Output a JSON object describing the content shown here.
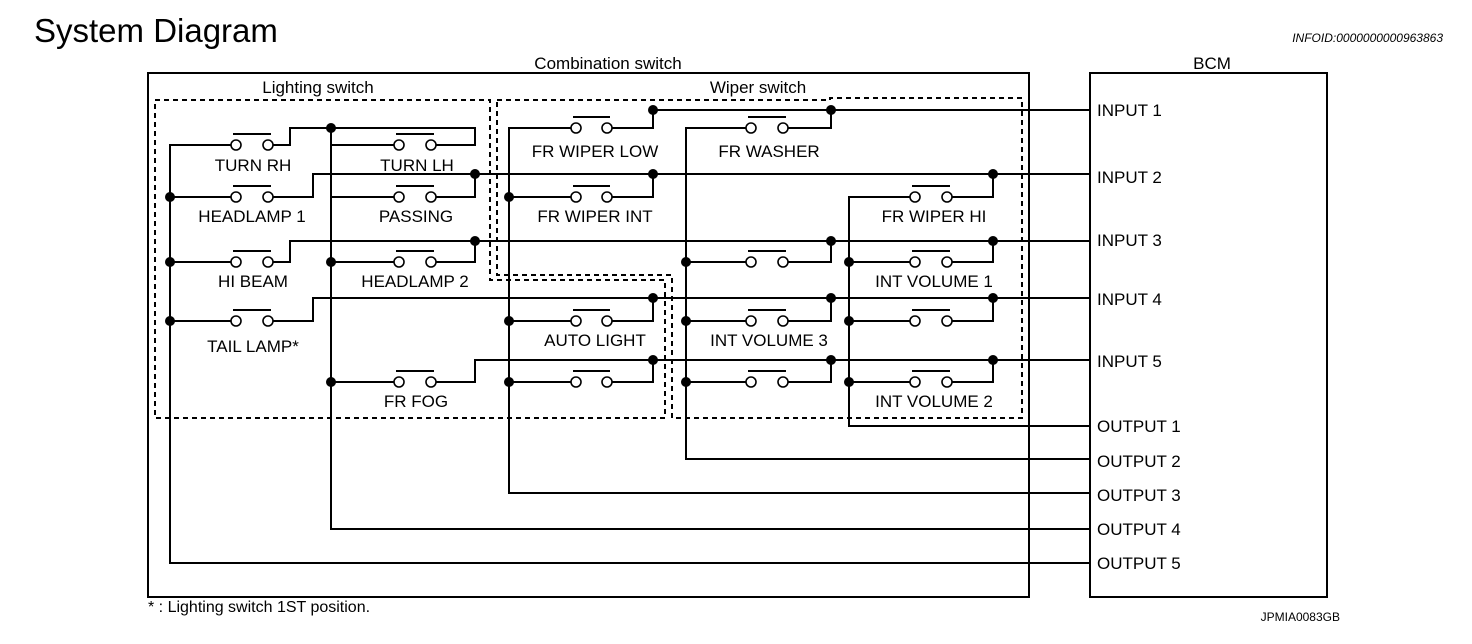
{
  "page": {
    "title": "System Diagram",
    "info_id": "INFOID:0000000000963863",
    "footnote": "* : Lighting switch 1ST position.",
    "figure_id": "JPMIA0083GB"
  },
  "blocks": {
    "combination_switch": "Combination switch",
    "lighting_switch": "Lighting switch",
    "wiper_switch": "Wiper switch",
    "bcm": "BCM"
  },
  "switches": {
    "turn_rh": "TURN RH",
    "turn_lh": "TURN LH",
    "headlamp_1": "HEADLAMP 1",
    "passing": "PASSING",
    "hi_beam": "HI BEAM",
    "headlamp_2": "HEADLAMP 2",
    "tail_lamp": "TAIL LAMP*",
    "fr_fog": "FR FOG",
    "fr_wiper_low": "FR WIPER LOW",
    "fr_washer": "FR WASHER",
    "fr_wiper_int": "FR WIPER INT",
    "fr_wiper_hi": "FR WIPER HI",
    "int_volume_1": "INT VOLUME 1",
    "auto_light": "AUTO LIGHT",
    "int_volume_3": "INT VOLUME 3",
    "int_volume_2": "INT VOLUME 2"
  },
  "bcm_pins": {
    "input_1": "INPUT 1",
    "input_2": "INPUT 2",
    "input_3": "INPUT 3",
    "input_4": "INPUT 4",
    "input_5": "INPUT 5",
    "output_1": "OUTPUT 1",
    "output_2": "OUTPUT 2",
    "output_3": "OUTPUT 3",
    "output_4": "OUTPUT 4",
    "output_5": "OUTPUT 5"
  }
}
